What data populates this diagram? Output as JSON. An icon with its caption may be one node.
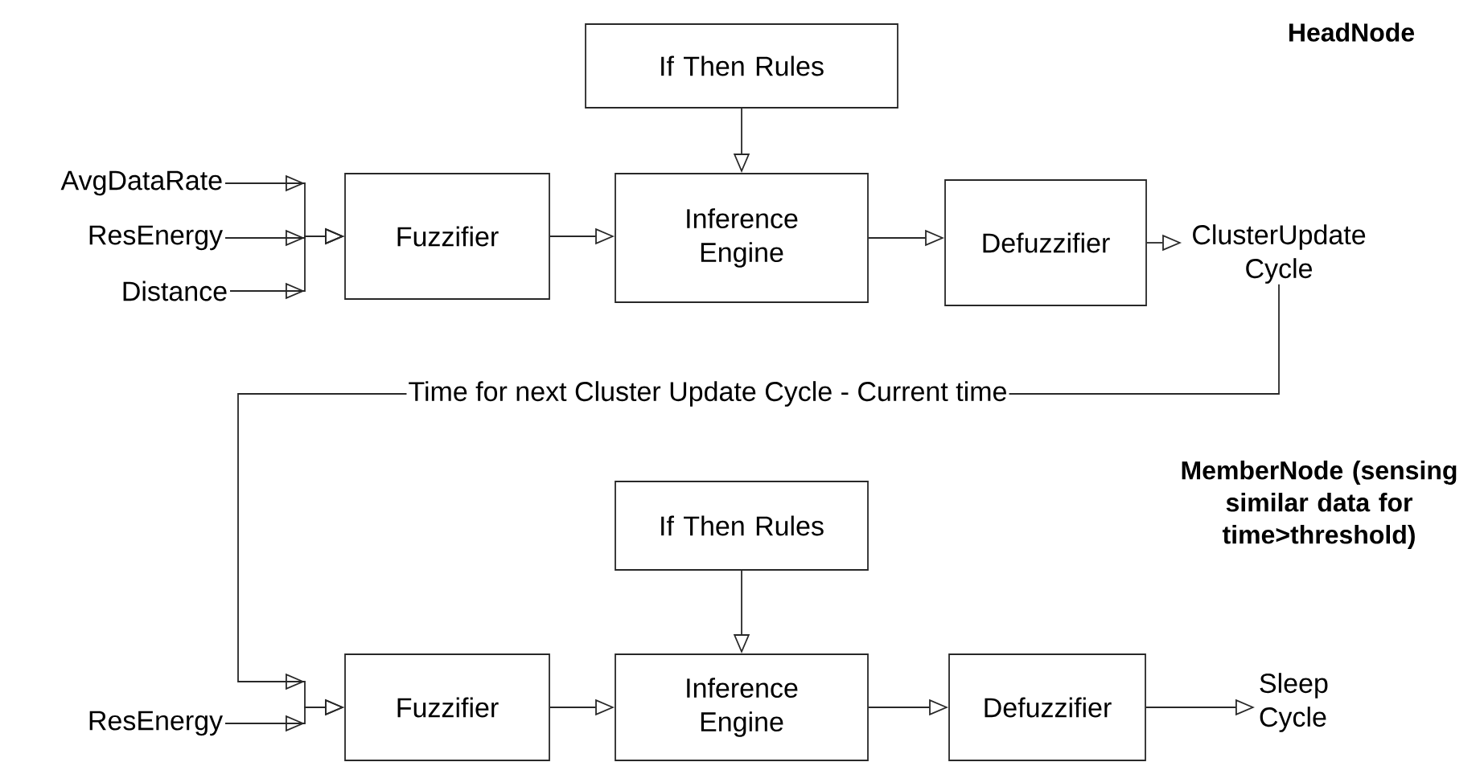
{
  "diagram": {
    "nodes": [
      {
        "text": [
          "If Then Rules"
        ]
      },
      {
        "text": [
          "AvgDataRate"
        ]
      },
      {
        "text": [
          "ResEnergy"
        ]
      },
      {
        "text": [
          "Distance"
        ]
      },
      {
        "text": [
          "Fuzzifier"
        ]
      },
      {
        "text": [
          "Inference Engine"
        ]
      },
      {
        "text": [
          "Defuzzifier"
        ]
      },
      {
        "text": [
          "ClusterUpdate Cycle"
        ]
      },
      {
        "text": [
          "If Then Rules"
        ]
      },
      {
        "text": [
          "ResEnergy"
        ]
      },
      {
        "text": [
          "Fuzzifier"
        ]
      },
      {
        "text": [
          "Inference Engine"
        ]
      },
      {
        "text": [
          "Defuzzifier"
        ]
      },
      {
        "text": [
          "Sleep Cycle"
        ]
      }
    ],
    "edges": [
      {
        "from": 1,
        "to": 4,
        "arrow": "to"
      },
      {
        "from": 2,
        "to": 4,
        "arrow": "to"
      },
      {
        "from": 3,
        "to": 4,
        "arrow": "to"
      },
      {
        "from": 0,
        "to": 5,
        "arrow": "to"
      },
      {
        "from": 4,
        "to": 5,
        "arrow": "to"
      },
      {
        "from": 5,
        "to": 6,
        "arrow": "to"
      },
      {
        "from": 6,
        "to": 7,
        "arrow": "to"
      },
      {
        "from": 7,
        "to": 10,
        "arrow": "to",
        "label": "Time for next Cluster Update Cycle - Current time"
      },
      {
        "from": 9,
        "to": 10,
        "arrow": "to"
      },
      {
        "from": 8,
        "to": 11,
        "arrow": "to"
      },
      {
        "from": 10,
        "to": 11,
        "arrow": "to"
      },
      {
        "from": 11,
        "to": 12,
        "arrow": "to"
      },
      {
        "from": 12,
        "to": 13,
        "arrow": "to"
      }
    ],
    "labels": [
      "HeadNode",
      "MemberNode (sensing similar data for time>threshold)"
    ]
  }
}
